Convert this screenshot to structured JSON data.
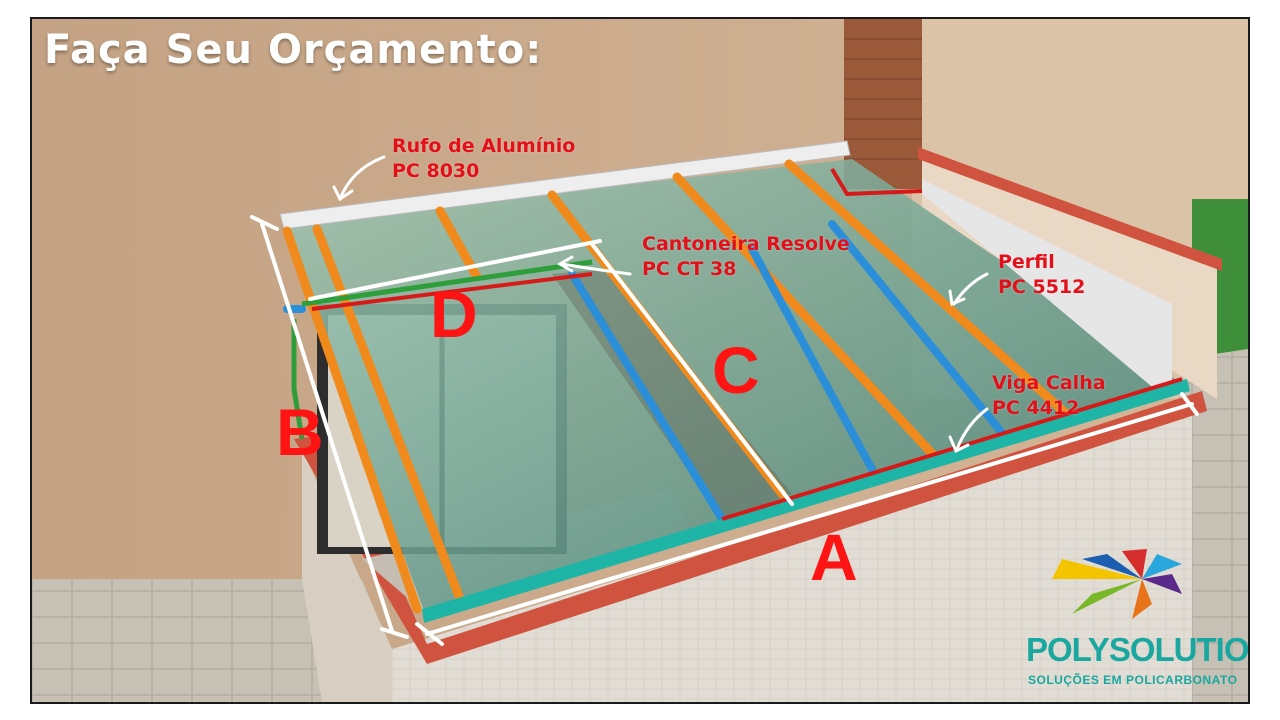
{
  "title": "Faça Seu Orçamento:",
  "callouts": {
    "rufo": {
      "line1": "Rufo de Alumínio",
      "line2": "PC 8030"
    },
    "cantoneira": {
      "line1": "Cantoneira Resolve",
      "line2": "PC CT 38"
    },
    "perfil": {
      "line1": "Perfil",
      "line2": "PC 5512"
    },
    "viga": {
      "line1": "Viga Calha",
      "line2": "PC 4412"
    }
  },
  "dimensions": {
    "a": "A",
    "b": "B",
    "c": "C",
    "d": "D"
  },
  "brand": {
    "name": "POLYSOLUTION",
    "tagline": "SOLUÇÕES EM POLICARBONATO"
  },
  "colors": {
    "label_red": "#e3101a",
    "profile_orange": "#f08a1c",
    "beam_teal": "#1fb5a6",
    "beam_blue": "#2a8fd8",
    "brand_teal": "#1aa7a0",
    "frame_green": "#2e9e3a"
  }
}
